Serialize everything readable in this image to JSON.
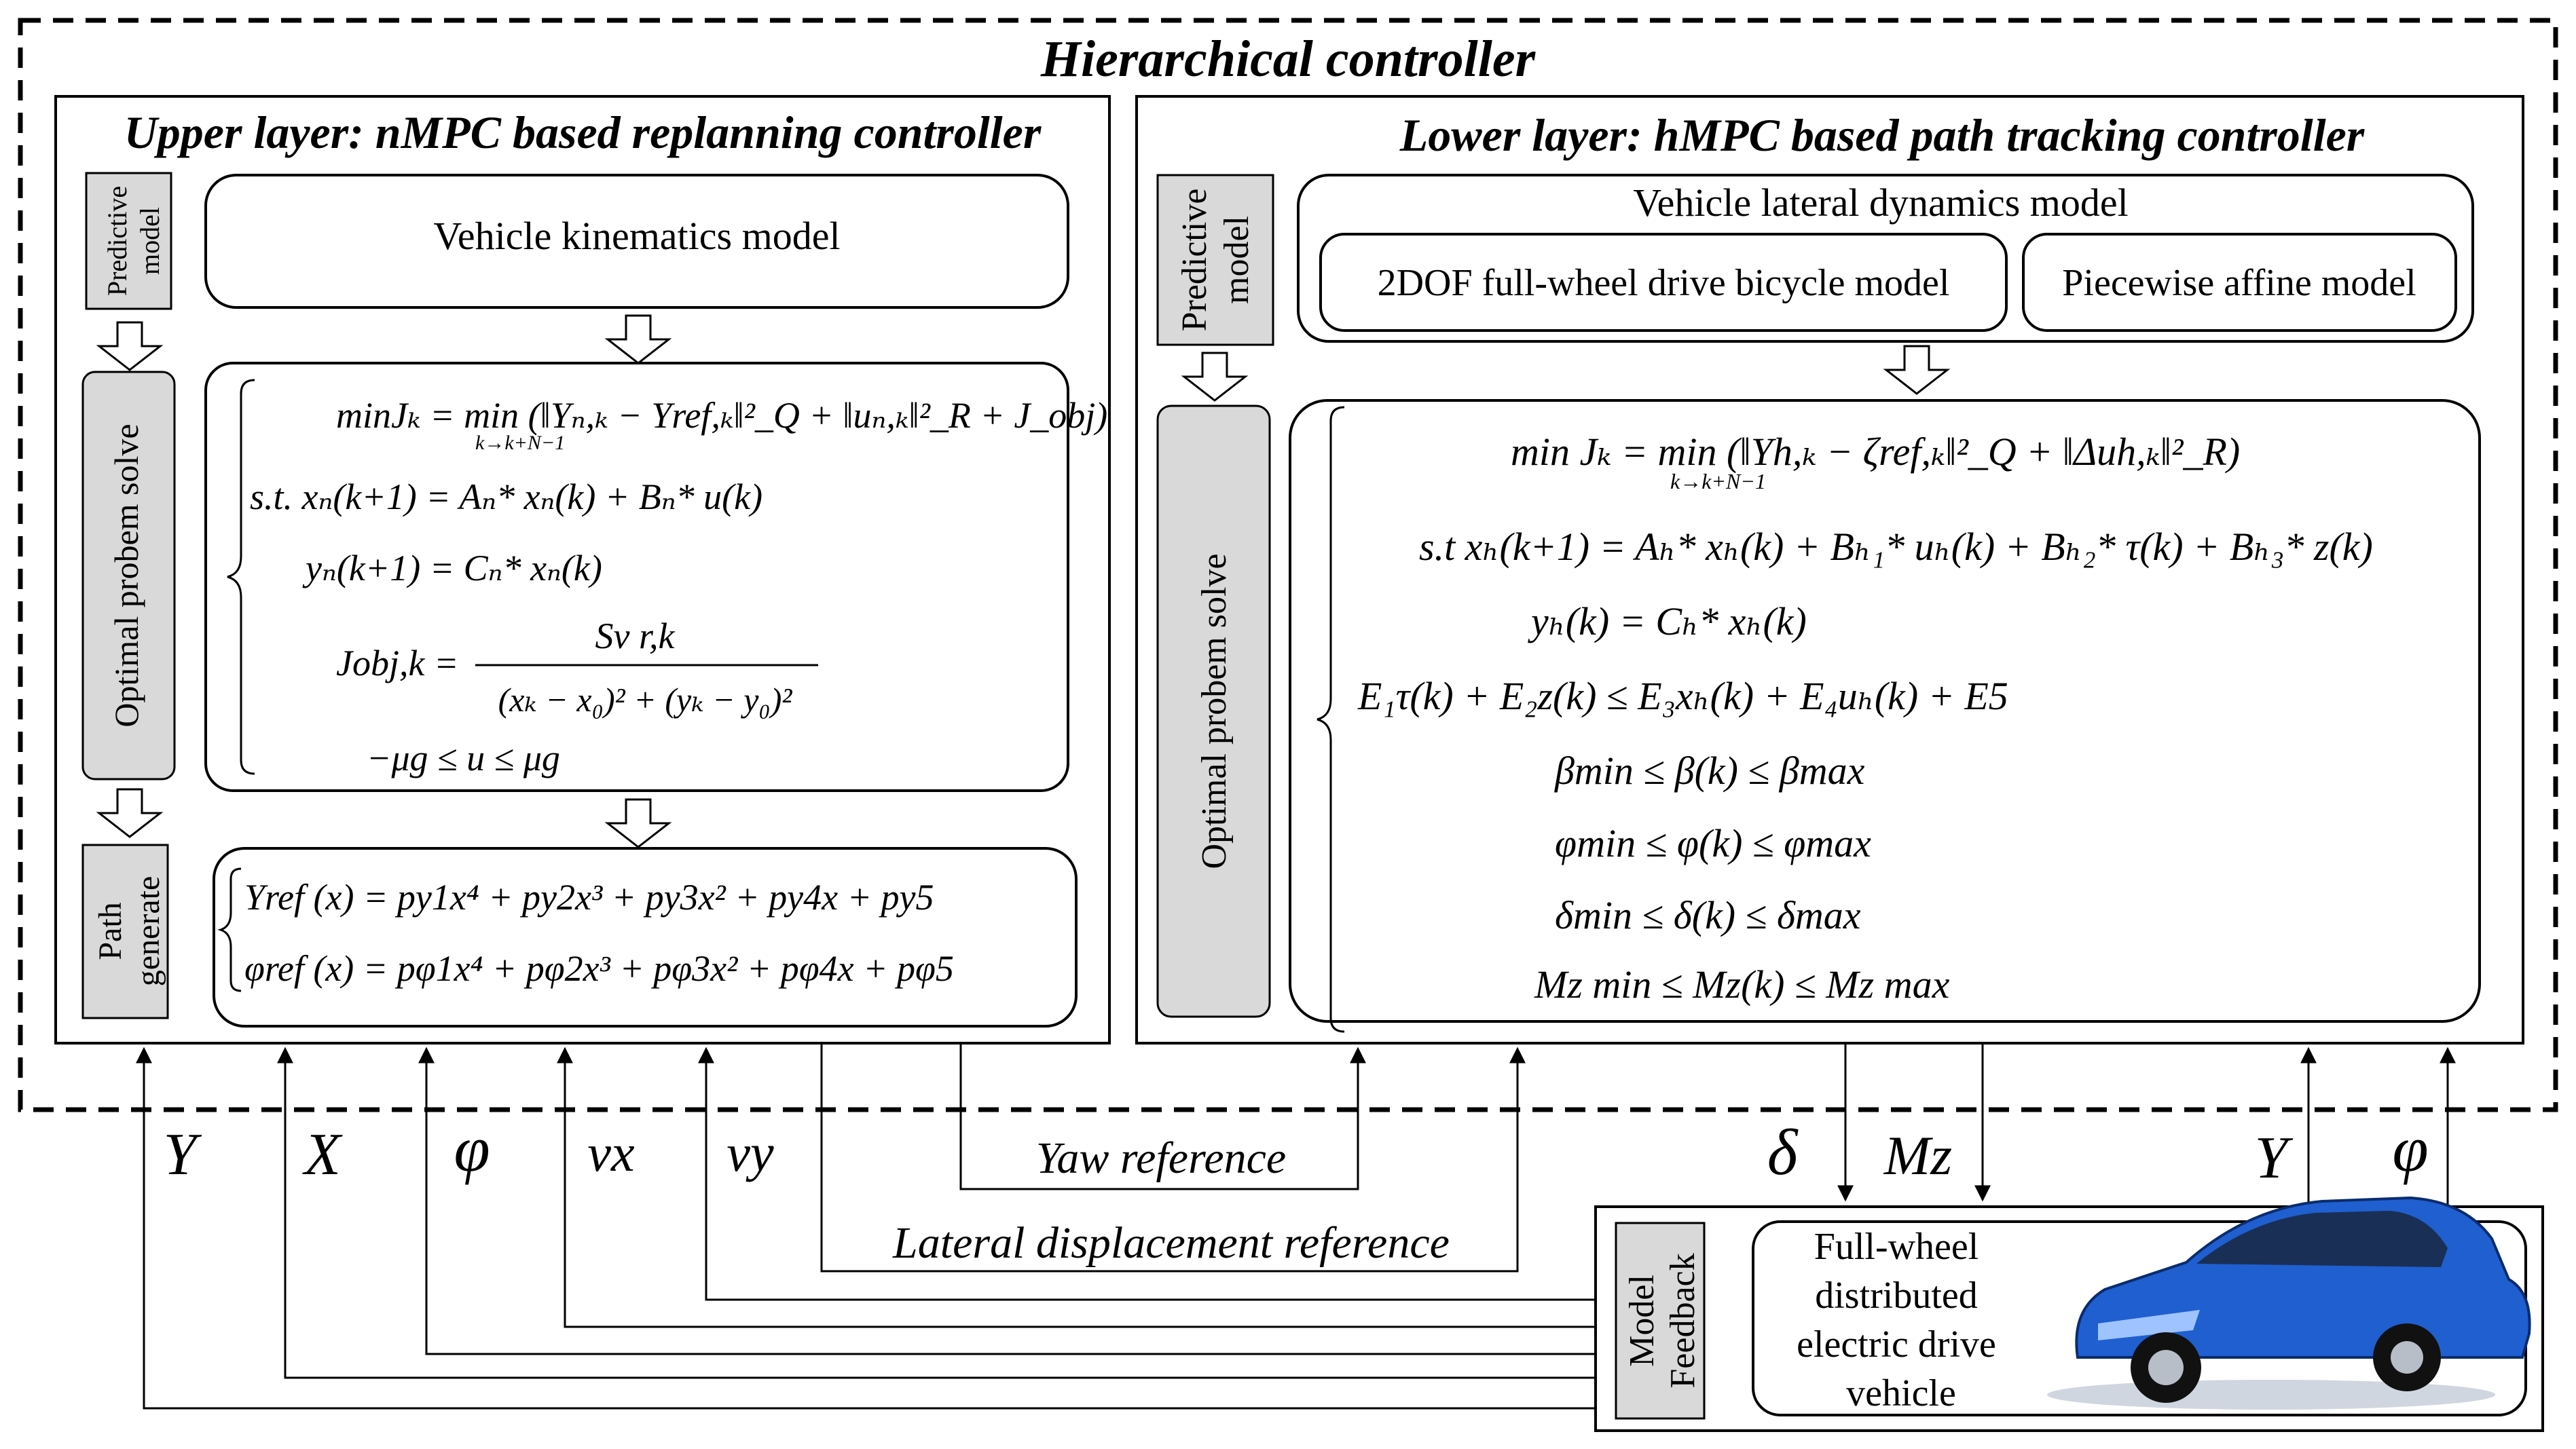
{
  "title": "Hierarchical controller",
  "upper": {
    "title": "Upper layer: nMPC based replanning controller",
    "predictive_model": "Predictive model",
    "kinematics_model": "Vehicle kinematics model",
    "optimal_solve": "Optimal probem solve",
    "path_generate": "Path generate",
    "eq": {
      "cost": "minJₖ = min (‖Yₙ,ₖ − Yref,ₖ‖²_Q + ‖uₙ,ₖ‖²_R + J_obj)",
      "cost_sub": "k→k+N−1",
      "st1": "s.t.  xₙ(k+1) = Aₙ* xₙ(k) + Bₙ* u(k)",
      "st2": "yₙ(k+1) = Cₙ* xₙ(k)",
      "jobj_lhs": "Jobj,k =",
      "jobj_num": "Sv r,k",
      "jobj_den": "(xₖ − x₀)² + (yₖ − y₀)²",
      "ubound": "−μg ≤ u ≤ μg",
      "yref": "Yref (x) = py1x⁴ + py2x³ + py3x² + py4x + py5",
      "phiref": "φref (x) = pφ1x⁴ + pφ2x³ + pφ3x² + pφ4x + pφ5"
    }
  },
  "lower": {
    "title": "Lower layer: hMPC based path tracking controller",
    "predictive_model": "Predictive model",
    "dynamics_model": "Vehicle lateral dynamics model",
    "bicycle_model": "2DOF full-wheel drive bicycle model",
    "pwa_model": "Piecewise affine model",
    "optimal_solve": "Optimal probem solve",
    "eq": {
      "cost": "min Jₖ = min (‖Yh,ₖ − ζref,ₖ‖²_Q + ‖Δuh,ₖ‖²_R)",
      "cost_sub": "k→k+N−1",
      "st1": "s.t  xₕ(k+1) = Aₕ* xₕ(k) + Bₕ₁* uₕ(k) + Bₕ₂* τ(k) + Bₕ₃* z(k)",
      "st2": "yₕ(k) = Cₕ* xₕ(k)",
      "st3": "E₁τ(k) + E₂z(k) ≤ E₃xₕ(k) + E₄uₕ(k) + E5",
      "beta": "βmin ≤ β(k) ≤ βmax",
      "phi": "φmin ≤ φ(k) ≤ φmax",
      "delta": "δmin ≤ δ(k) ≤ δmax",
      "mz": "Mz min ≤ Mz(k) ≤ Mz max"
    }
  },
  "signals": {
    "Y": "Y",
    "X": "X",
    "phi": "φ",
    "vx": "vx",
    "vy": "vy",
    "delta": "δ",
    "Mz": "Mz",
    "Y_right": "Y",
    "phi_right": "φ",
    "yaw_reference": "Yaw reference",
    "lateral_reference": "Lateral displacement reference"
  },
  "vehicle": {
    "model_feedback": "Model Feedback",
    "label_lines": [
      "Full-wheel",
      "distributed",
      "electric drive",
      "vehicle"
    ]
  },
  "colors": {
    "car_body": "#1f5fd0",
    "car_shadow": "#0b2c6e",
    "panel_gray": "#d9d9d9"
  }
}
